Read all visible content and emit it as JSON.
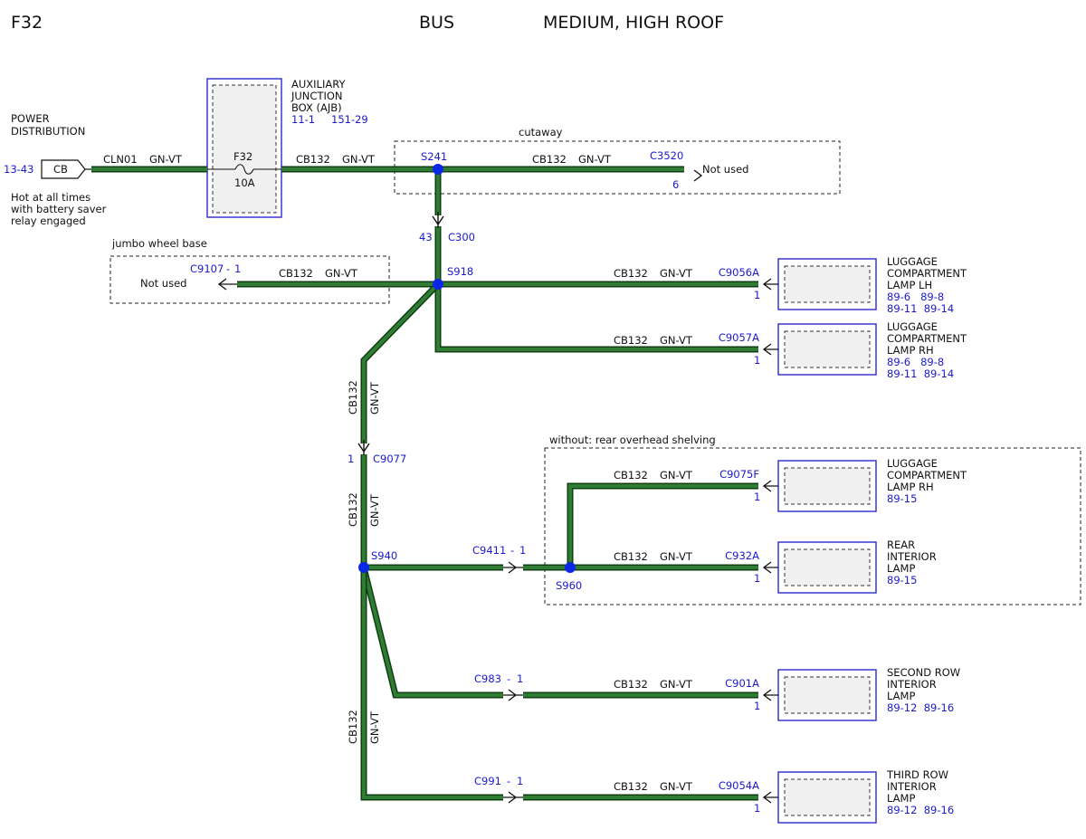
{
  "header": {
    "code": "F32",
    "vehicle": "BUS",
    "variant": "MEDIUM, HIGH ROOF"
  },
  "power": {
    "title_line1": "POWER",
    "title_line2": "DISTRIBUTION",
    "ref": "13-43",
    "device": "CB",
    "note_line1": "Hot at all times",
    "note_line2": "with battery saver",
    "note_line3": "relay engaged"
  },
  "ajb": {
    "line1": "AUXILIARY",
    "line2": "JUNCTION",
    "line3": "BOX (AJB)",
    "ref1": "11-1",
    "ref2": "151-29",
    "fuse": "F32",
    "rating": "10A"
  },
  "wires": {
    "cln01": "CLN01",
    "cb132": "CB132",
    "color": "GN-VT"
  },
  "groups": {
    "cutaway": "cutaway",
    "jumbo": "jumbo wheel base",
    "shelving": "without: rear overhead shelving"
  },
  "splices": {
    "s241": "S241",
    "s918": "S918",
    "s940": "S940",
    "s960": "S960"
  },
  "connectors": {
    "c3520": "C3520",
    "c3520_pin": "6",
    "c300": "C300",
    "c300_pin": "43",
    "c9107": "C9107",
    "c9107_pin": "1",
    "c9077": "C9077",
    "c9077_pin": "1",
    "c9411": "C9411",
    "c9411_pin": "1",
    "c983": "C983",
    "c983_pin": "1",
    "c991": "C991",
    "c991_pin": "1",
    "dash": "-"
  },
  "not_used": "Not used",
  "components": [
    {
      "connector": "C9056A",
      "pin": "1",
      "line1": "LUGGAGE",
      "line2": "COMPARTMENT",
      "line3": "LAMP LH",
      "ref1": "89-6   89-8",
      "ref2": "89-11  89-14"
    },
    {
      "connector": "C9057A",
      "pin": "1",
      "line1": "LUGGAGE",
      "line2": "COMPARTMENT",
      "line3": "LAMP RH",
      "ref1": "89-6   89-8",
      "ref2": "89-11  89-14"
    },
    {
      "connector": "C9075F",
      "pin": "1",
      "line1": "LUGGAGE",
      "line2": "COMPARTMENT",
      "line3": "LAMP RH",
      "ref1": "89-15",
      "ref2": ""
    },
    {
      "connector": "C932A",
      "pin": "1",
      "line1": "REAR",
      "line2": "INTERIOR",
      "line3": "LAMP",
      "ref1": "89-15",
      "ref2": ""
    },
    {
      "connector": "C901A",
      "pin": "1",
      "line1": "SECOND ROW",
      "line2": "INTERIOR",
      "line3": "LAMP",
      "ref1": "89-12  89-16",
      "ref2": ""
    },
    {
      "connector": "C9054A",
      "pin": "1",
      "line1": "THIRD ROW",
      "line2": "INTERIOR",
      "line3": "LAMP",
      "ref1": "89-12  89-16",
      "ref2": ""
    }
  ],
  "colors": {
    "wire": "#2e7d32",
    "wire_edge": "#123d14",
    "connector": "#1a1acc",
    "splice": "#0b27e6"
  }
}
